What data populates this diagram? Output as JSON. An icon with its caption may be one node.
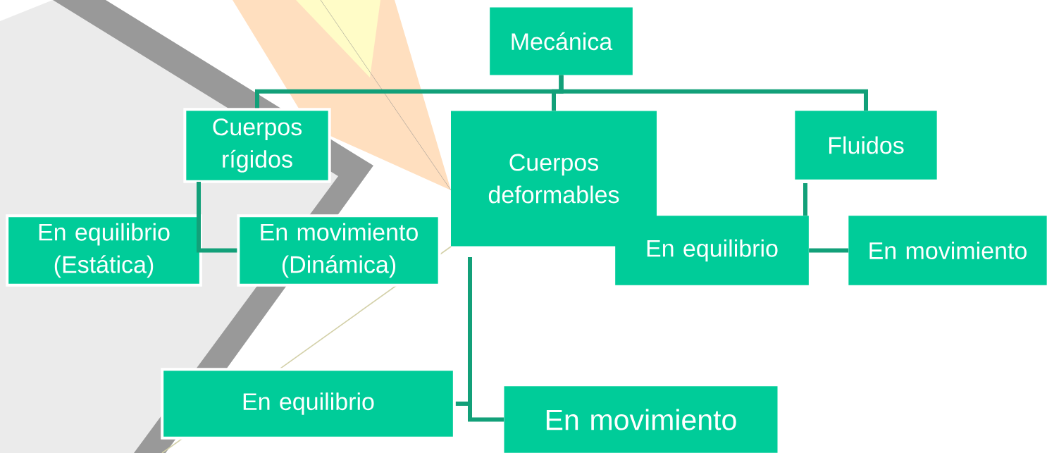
{
  "diagram": {
    "nodes": [
      {
        "text": [
          "Mecánica"
        ]
      },
      {
        "text": [
          "Cuerpos rígidos"
        ]
      },
      {
        "text": [
          "Cuerpos deformables"
        ]
      },
      {
        "text": [
          "Fluidos"
        ]
      },
      {
        "text": [
          "En equilibrio (Estática)"
        ]
      },
      {
        "text": [
          "En movimiento (Dinámica)"
        ]
      },
      {
        "text": [
          "En equilibrio"
        ]
      },
      {
        "text": [
          "En movimiento"
        ]
      },
      {
        "text": [
          "En equilibrio"
        ]
      },
      {
        "text": [
          "En movimiento"
        ]
      }
    ],
    "edges": [
      {
        "from": 0,
        "to": 1,
        "arrow": "none"
      },
      {
        "from": 0,
        "to": 2,
        "arrow": "none"
      },
      {
        "from": 0,
        "to": 3,
        "arrow": "none"
      },
      {
        "from": 1,
        "to": 4,
        "arrow": "none"
      },
      {
        "from": 1,
        "to": 5,
        "arrow": "none"
      },
      {
        "from": 3,
        "to": 6,
        "arrow": "none"
      },
      {
        "from": 6,
        "to": 7,
        "arrow": "none"
      },
      {
        "from": 2,
        "to": 8,
        "arrow": "none"
      },
      {
        "from": 2,
        "to": 9,
        "arrow": "none"
      }
    ]
  }
}
